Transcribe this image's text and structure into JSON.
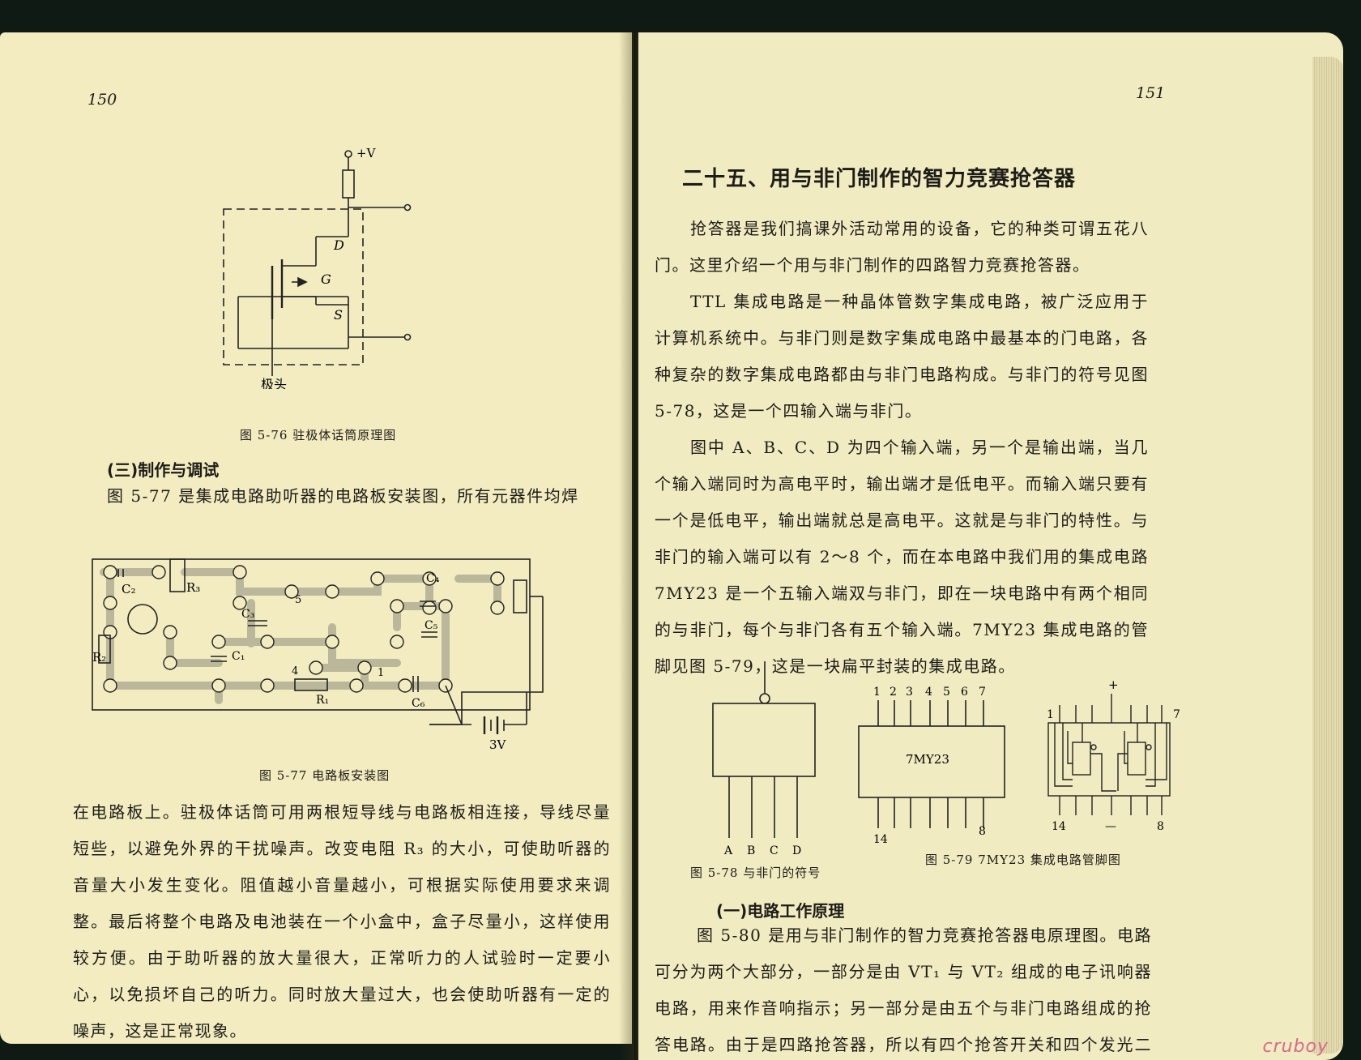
{
  "left_page": {
    "page_number": "150",
    "fig_5_76": {
      "plus_v": "+V",
      "label_g": "G",
      "label_d": "D",
      "label_s": "S",
      "pole_label": "极头",
      "caption": "图 5-76  驻极体话筒原理图"
    },
    "section_heading": "(三)制作与调试",
    "para_1": "图 5-77 是集成电路助听器的电路板安装图，所有元器件均焊",
    "fig_5_77": {
      "c2": "C₂",
      "r3": "R₃",
      "r2": "R₂",
      "c3": "C₃",
      "c1": "C₁",
      "c4": "C₄",
      "c5": "C₅",
      "c6": "C₆",
      "r1": "R₁",
      "pin5": "5",
      "pin4": "4",
      "pin1": "1",
      "voltage": "3V",
      "caption": "图 5-77    电路板安装图"
    },
    "para_2": "在电路板上。驻极体话筒可用两根短导线与电路板相连接，导线尽量短些，以避免外界的干扰噪声。改变电阻 R₃ 的大小，可使助听器的音量大小发生变化。阻值越小音量越小，可根据实际使用要求来调整。最后将整个电路及电池装在一个小盒中，盒子尽量小，这样使用较方便。由于助听器的放大量很大，正常听力的人试验时一定要小心，以免损坏自己的听力。同时放大量过大，也会使助听器有一定的噪声，这是正常现象。"
  },
  "right_page": {
    "page_number": "151",
    "chapter_title": "二十五、用与非门制作的智力竞赛抢答器",
    "para_1": "抢答器是我们搞课外活动常用的设备，它的种类可谓五花八门。这里介绍一个用与非门制作的四路智力竞赛抢答器。",
    "para_2": "TTL 集成电路是一种晶体管数字集成电路，被广泛应用于计算机系统中。与非门则是数字集成电路中最基本的门电路，各种复杂的数字集成电路都由与非门电路构成。与非门的符号见图5-78，这是一个四输入端与非门。",
    "para_3": "图中 A、B、C、D 为四个输入端，另一个是输出端，当几个输入端同时为高电平时，输出端才是低电平。而输入端只要有一个是低电平，输出端就总是高电平。这就是与非门的特性。与非门的输入端可以有 2～8 个，而在本电路中我们用的集成电路 7MY23 是一个五输入端双与非门，即在一块电路中有两个相同的与非门，每个与非门各有五个输入端。7MY23 集成电路的管脚见图 5-79，这是一块扁平封装的集成电路。",
    "fig_5_78": {
      "inputs": [
        "A",
        "B",
        "C",
        "D"
      ],
      "caption": "图 5-78    与非门的符号"
    },
    "fig_5_79": {
      "top_pins": [
        "1",
        "2",
        "3",
        "4",
        "5",
        "6",
        "7"
      ],
      "chip_label": "7MY23",
      "bottom_left": "14",
      "bottom_right": "8",
      "inner_plus": "+",
      "inner_minus": "—",
      "inner_pin1": "1",
      "inner_pin7": "7",
      "inner_pin14": "14",
      "inner_pin8": "8",
      "caption": "图 5-79    7MY23 集成电路管脚图"
    },
    "section_heading": "(一)电路工作原理",
    "para_4": "图 5-80 是用与非门制作的智力竞赛抢答器电原理图。电路可分为两个大部分，一部分是由 VT₁ 与 VT₂ 组成的电子讯响器电路，用来作音响指示；另一部分是由五个与非门电路组成的抢答电路。由于是四路抢答器，所以有四个抢答开关和四个发光二极管作"
  },
  "watermark": "cruboy"
}
